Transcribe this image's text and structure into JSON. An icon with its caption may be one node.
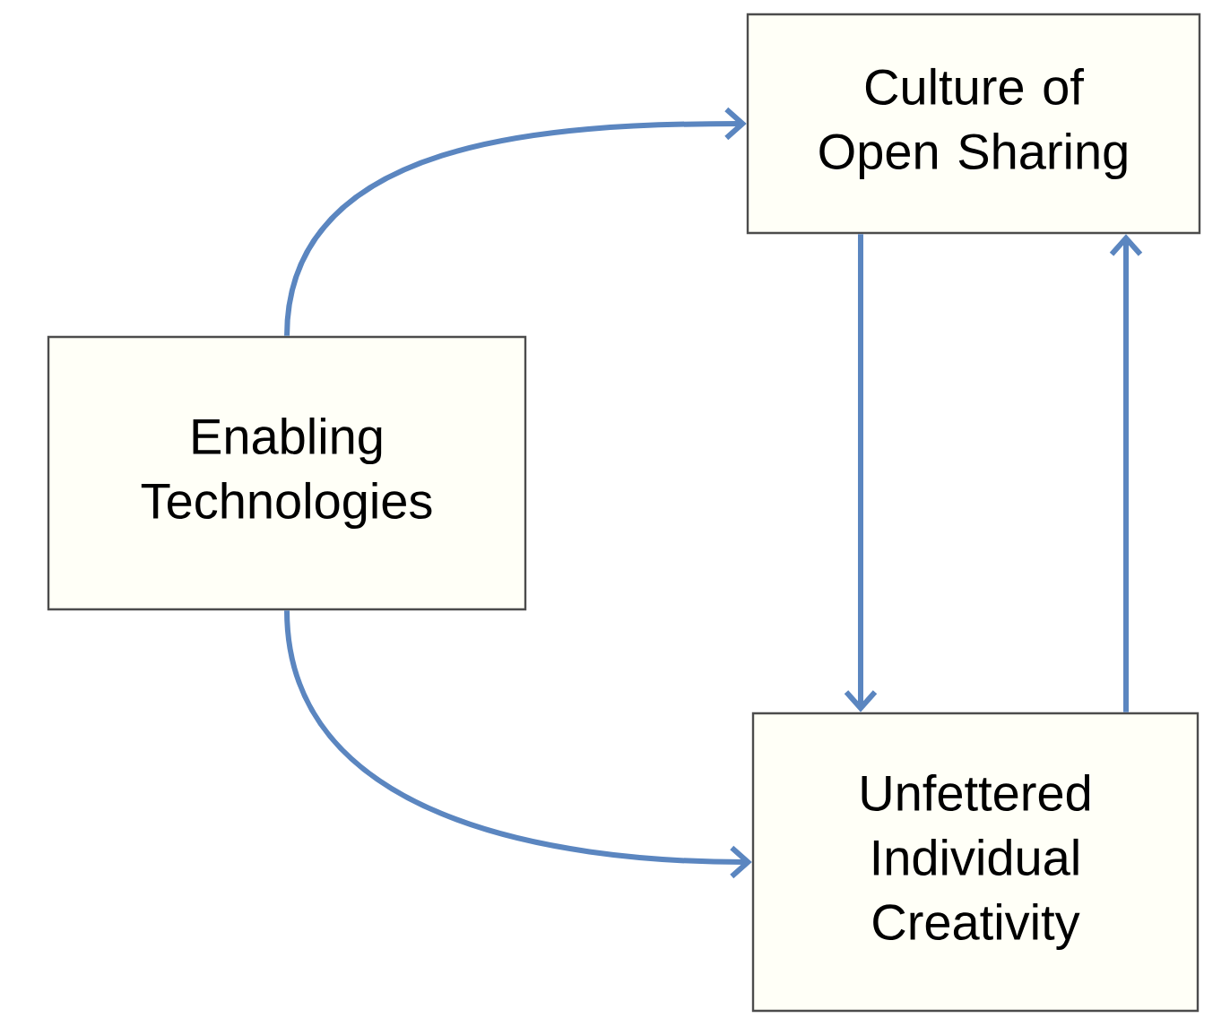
{
  "diagram": {
    "nodes": [
      {
        "text": [
          "Enabling Technologies"
        ]
      },
      {
        "text": [
          "Culture of Open Sharing"
        ]
      },
      {
        "text": [
          "Unfettered Individual Creativity"
        ]
      }
    ],
    "edges": [
      {
        "from": 0,
        "to": 1,
        "arrow": "to"
      },
      {
        "from": 0,
        "to": 2,
        "arrow": "to"
      },
      {
        "from": 1,
        "to": 2,
        "arrow": "to"
      },
      {
        "from": 2,
        "to": 1,
        "arrow": "to"
      }
    ]
  }
}
